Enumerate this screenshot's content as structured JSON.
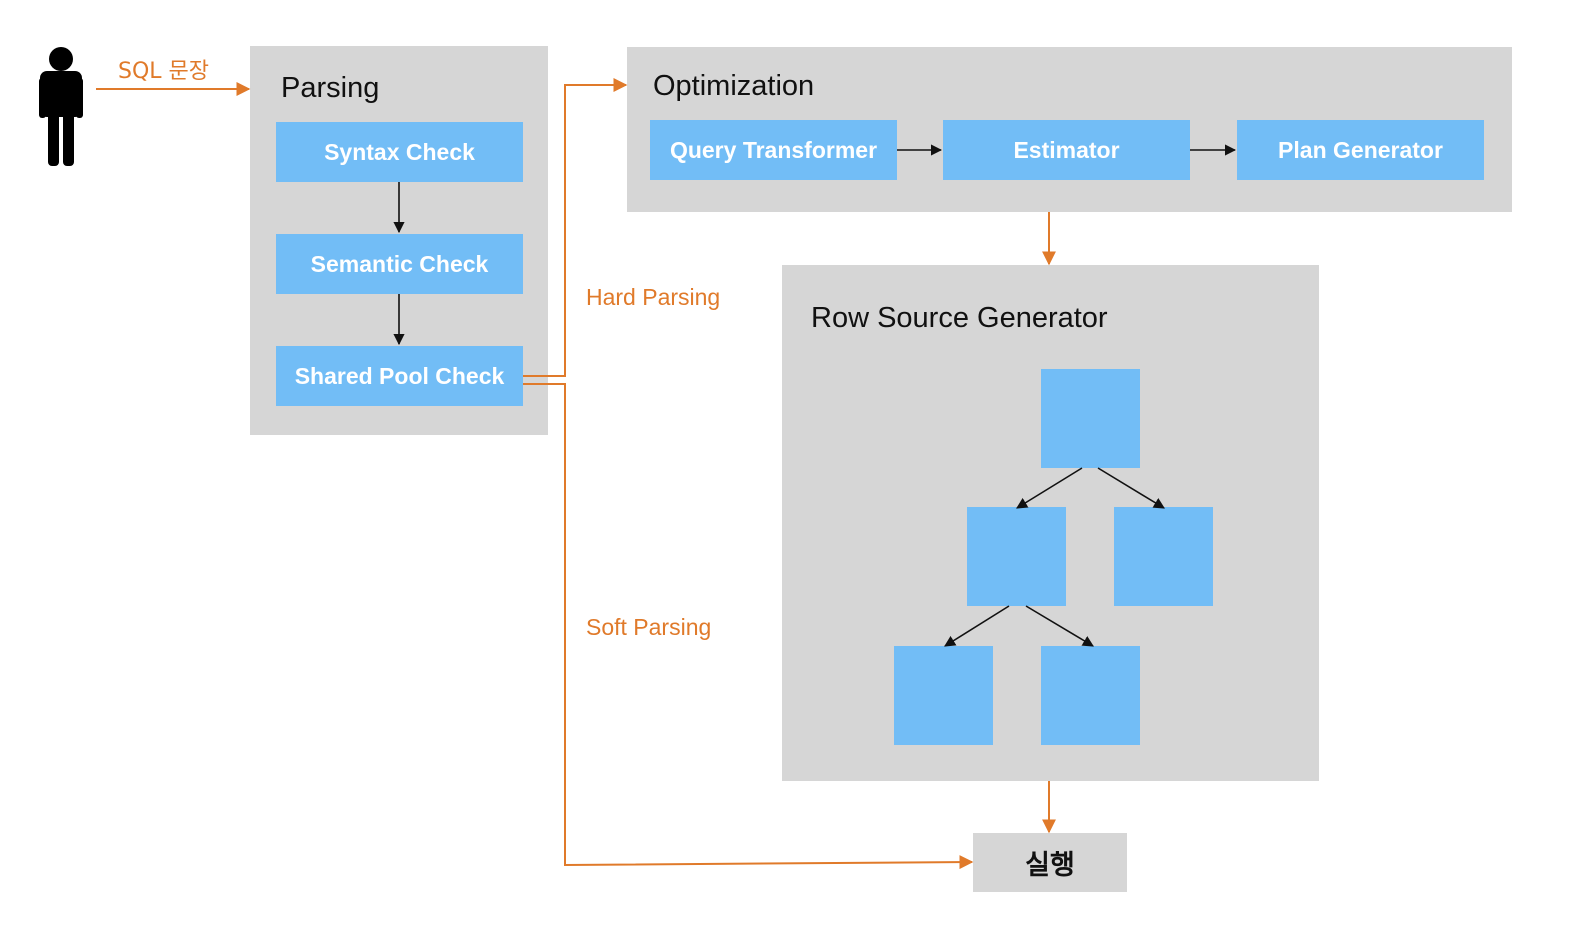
{
  "user": {
    "icon": "person-icon",
    "input_label": "SQL 문장"
  },
  "parsing": {
    "title": "Parsing",
    "steps": [
      "Syntax Check",
      "Semantic Check",
      "Shared Pool Check"
    ]
  },
  "optimization": {
    "title": "Optimization",
    "steps": [
      "Query Transformer",
      "Estimator",
      "Plan Generator"
    ]
  },
  "paths": {
    "hard": "Hard Parsing",
    "soft": "Soft Parsing"
  },
  "row_source": {
    "title": "Row Source Generator"
  },
  "execute": {
    "label": "실행"
  },
  "colors": {
    "panel": "#d6d6d6",
    "box": "#72bdf6",
    "flow": "#e07a2a",
    "arrow": "#111111"
  }
}
